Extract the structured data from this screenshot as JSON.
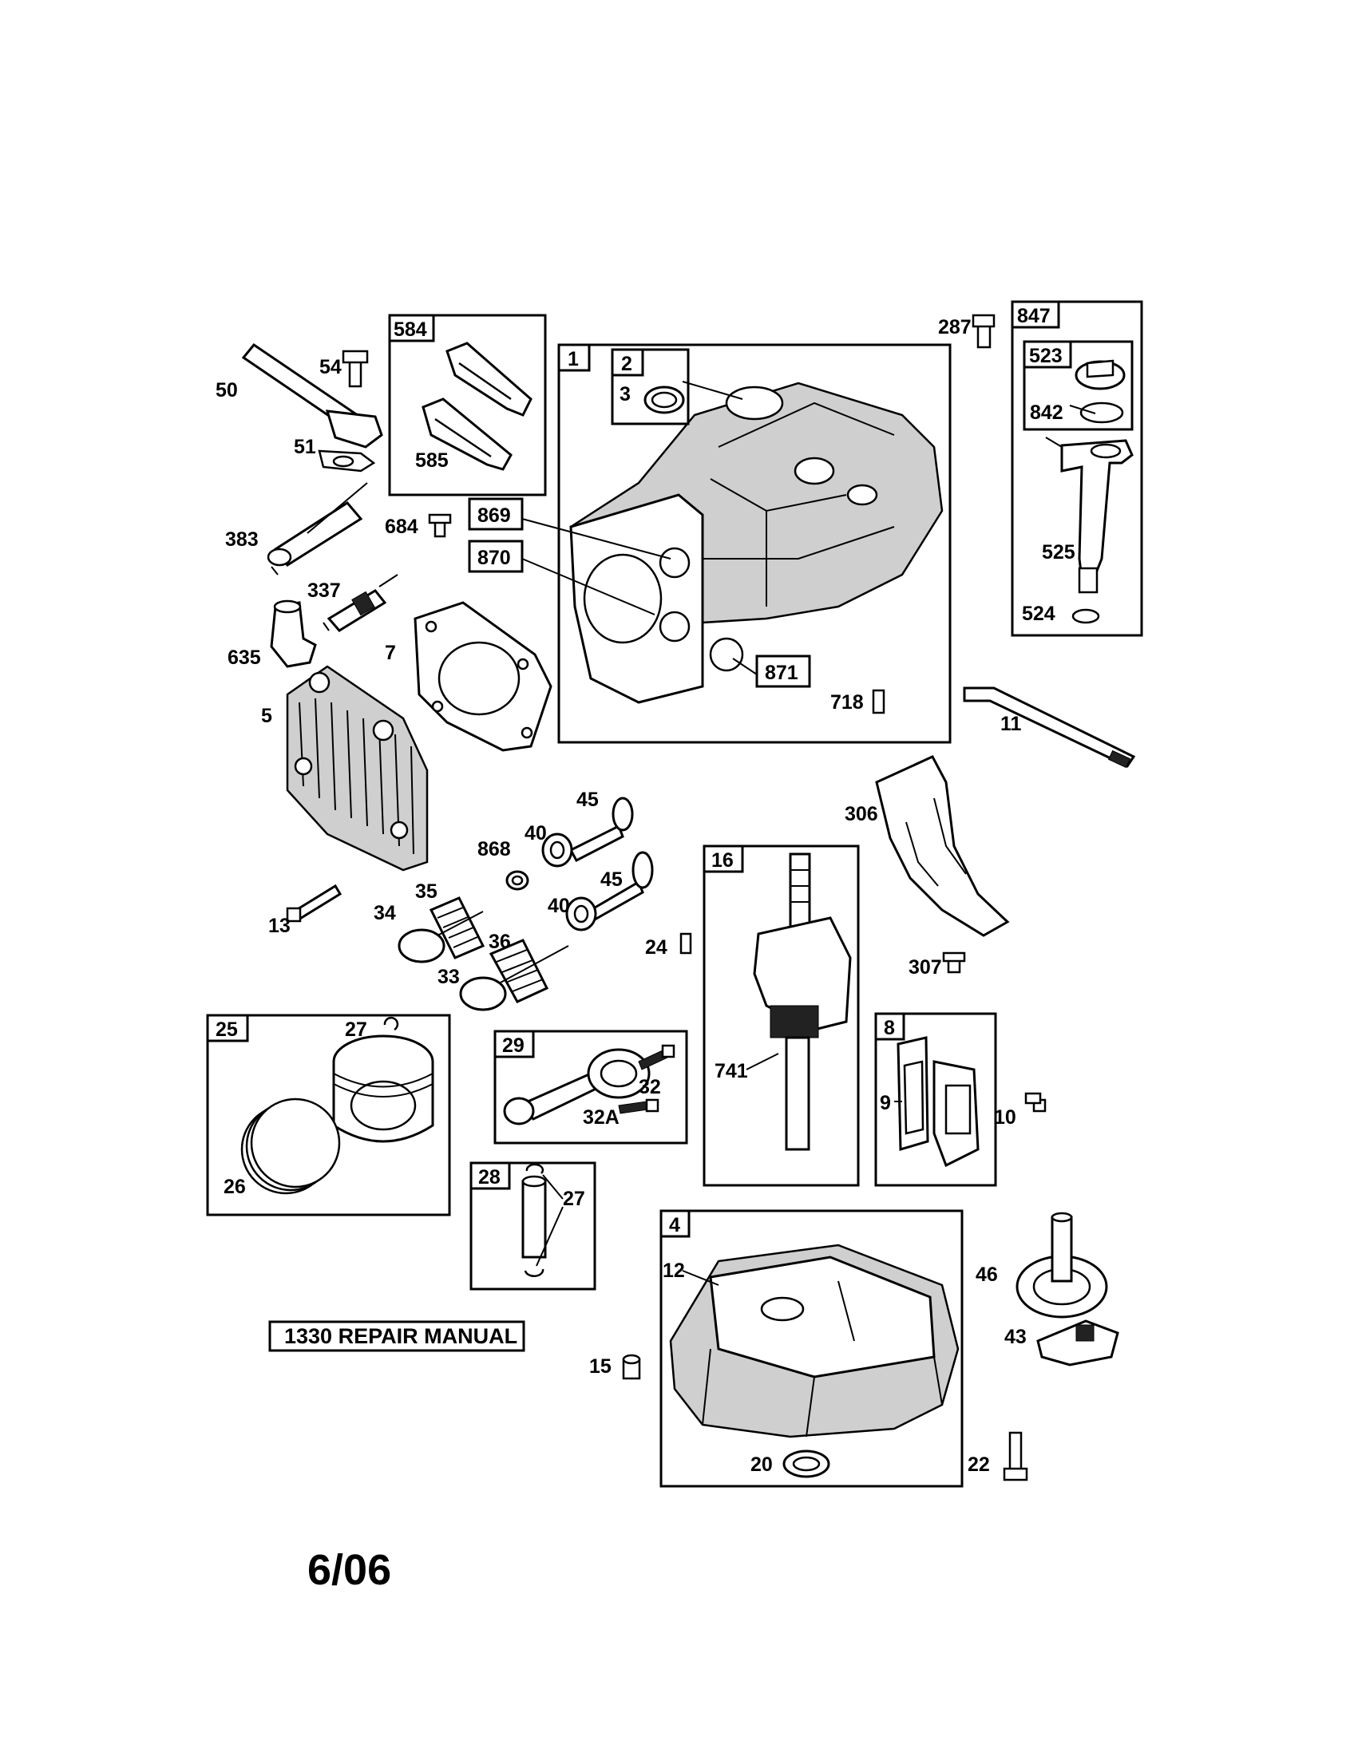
{
  "manual_label": "1330 REPAIR MANUAL",
  "date": "6/06",
  "boxed_labels": [
    "584",
    "1",
    "2",
    "869",
    "870",
    "871",
    "847",
    "523",
    "16",
    "25",
    "29",
    "8",
    "28",
    "4"
  ],
  "part_labels": [
    "287",
    "54",
    "50",
    "51",
    "585",
    "3",
    "842",
    "383",
    "684",
    "525",
    "337",
    "524",
    "635",
    "7",
    "5",
    "718",
    "11",
    "306",
    "45",
    "40",
    "868",
    "45",
    "40",
    "35",
    "34",
    "13",
    "36",
    "33",
    "24",
    "307",
    "27",
    "741",
    "32",
    "32A",
    "9",
    "10",
    "26",
    "27",
    "12",
    "46",
    "43",
    "15",
    "20",
    "22"
  ]
}
